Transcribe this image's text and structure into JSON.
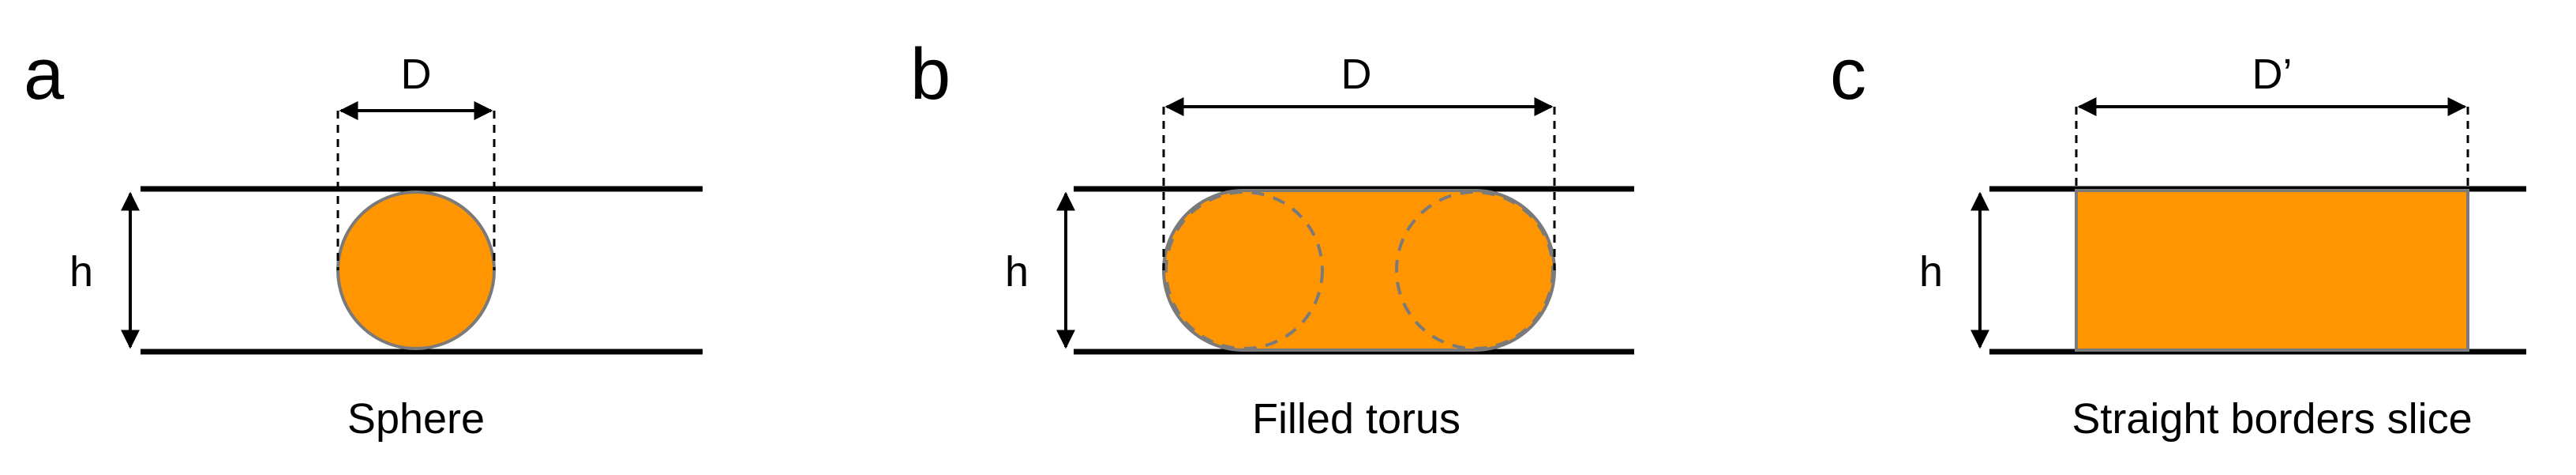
{
  "colors": {
    "fill": "#ff9500",
    "outline": "#7a7a7a",
    "line": "#000000",
    "background": "#ffffff"
  },
  "panels": [
    {
      "letter": "a",
      "width_label": "D",
      "height_label": "h",
      "caption": "Sphere",
      "shape": "circle"
    },
    {
      "letter": "b",
      "width_label": "D",
      "height_label": "h",
      "caption": "Filled torus",
      "shape": "stadium-with-dashed-circles"
    },
    {
      "letter": "c",
      "width_label": "D’",
      "height_label": "h",
      "caption": "Straight borders slice",
      "shape": "rectangle"
    }
  ]
}
